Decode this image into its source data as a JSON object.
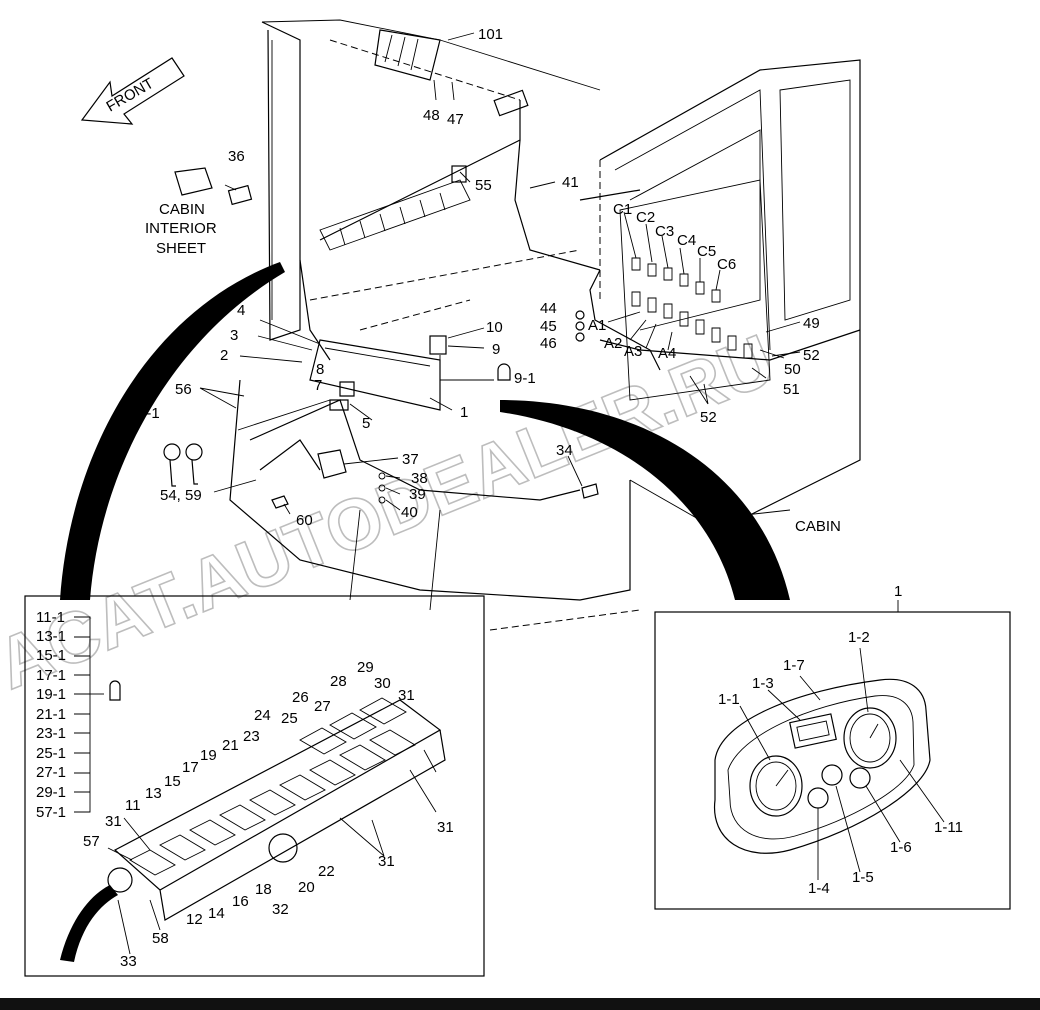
{
  "watermark": "ACAT.AUTODEALER.RU",
  "direction": "FRONT",
  "notes": {
    "cabin_interior_1": "CABIN",
    "cabin_interior_2": "INTERIOR",
    "cabin_interior_3": "SHEET",
    "cabin": "CABIN"
  },
  "main_labels": [
    "101",
    "48",
    "47",
    "36",
    "55",
    "41",
    "C1",
    "C2",
    "C3",
    "C4",
    "C5",
    "C6",
    "4",
    "10",
    "9",
    "3",
    "8",
    "2",
    "44",
    "45",
    "46",
    "A1",
    "A2",
    "A3",
    "A4",
    "49",
    "50",
    "52",
    "51",
    "52",
    "56",
    "7",
    "9-1",
    "5-1",
    "1",
    "5",
    "34",
    "37",
    "38",
    "39",
    "40",
    "54, 59",
    "60"
  ],
  "switch_panel_list": [
    "11-1",
    "13-1",
    "15-1",
    "17-1",
    "19-1",
    "21-1",
    "23-1",
    "25-1",
    "27-1",
    "29-1",
    "57-1"
  ],
  "switch_panel_labels": [
    "29",
    "28",
    "30",
    "26",
    "27",
    "31",
    "24",
    "25",
    "19",
    "21",
    "23",
    "17",
    "15",
    "13",
    "11",
    "31",
    "57",
    "22",
    "31",
    "31",
    "12",
    "14",
    "16",
    "18",
    "20",
    "32",
    "58",
    "33"
  ],
  "cluster_title": "1",
  "cluster_labels": [
    "1-2",
    "1-7",
    "1-1",
    "1-3",
    "1-11",
    "1-6",
    "1-5",
    "1-4"
  ]
}
